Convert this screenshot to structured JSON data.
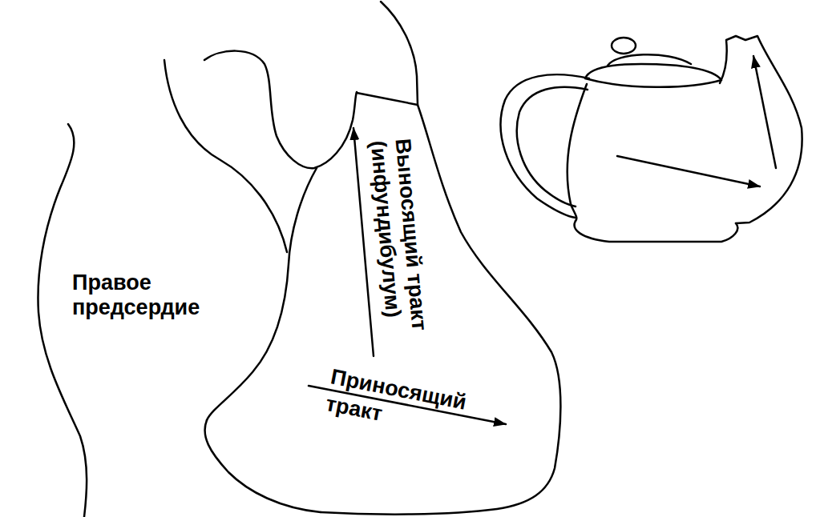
{
  "diagram": {
    "labels": [
      "Правое предсердие",
      "Выносящий тракт (инфундибулум)",
      "Приносящий тракт"
    ]
  }
}
